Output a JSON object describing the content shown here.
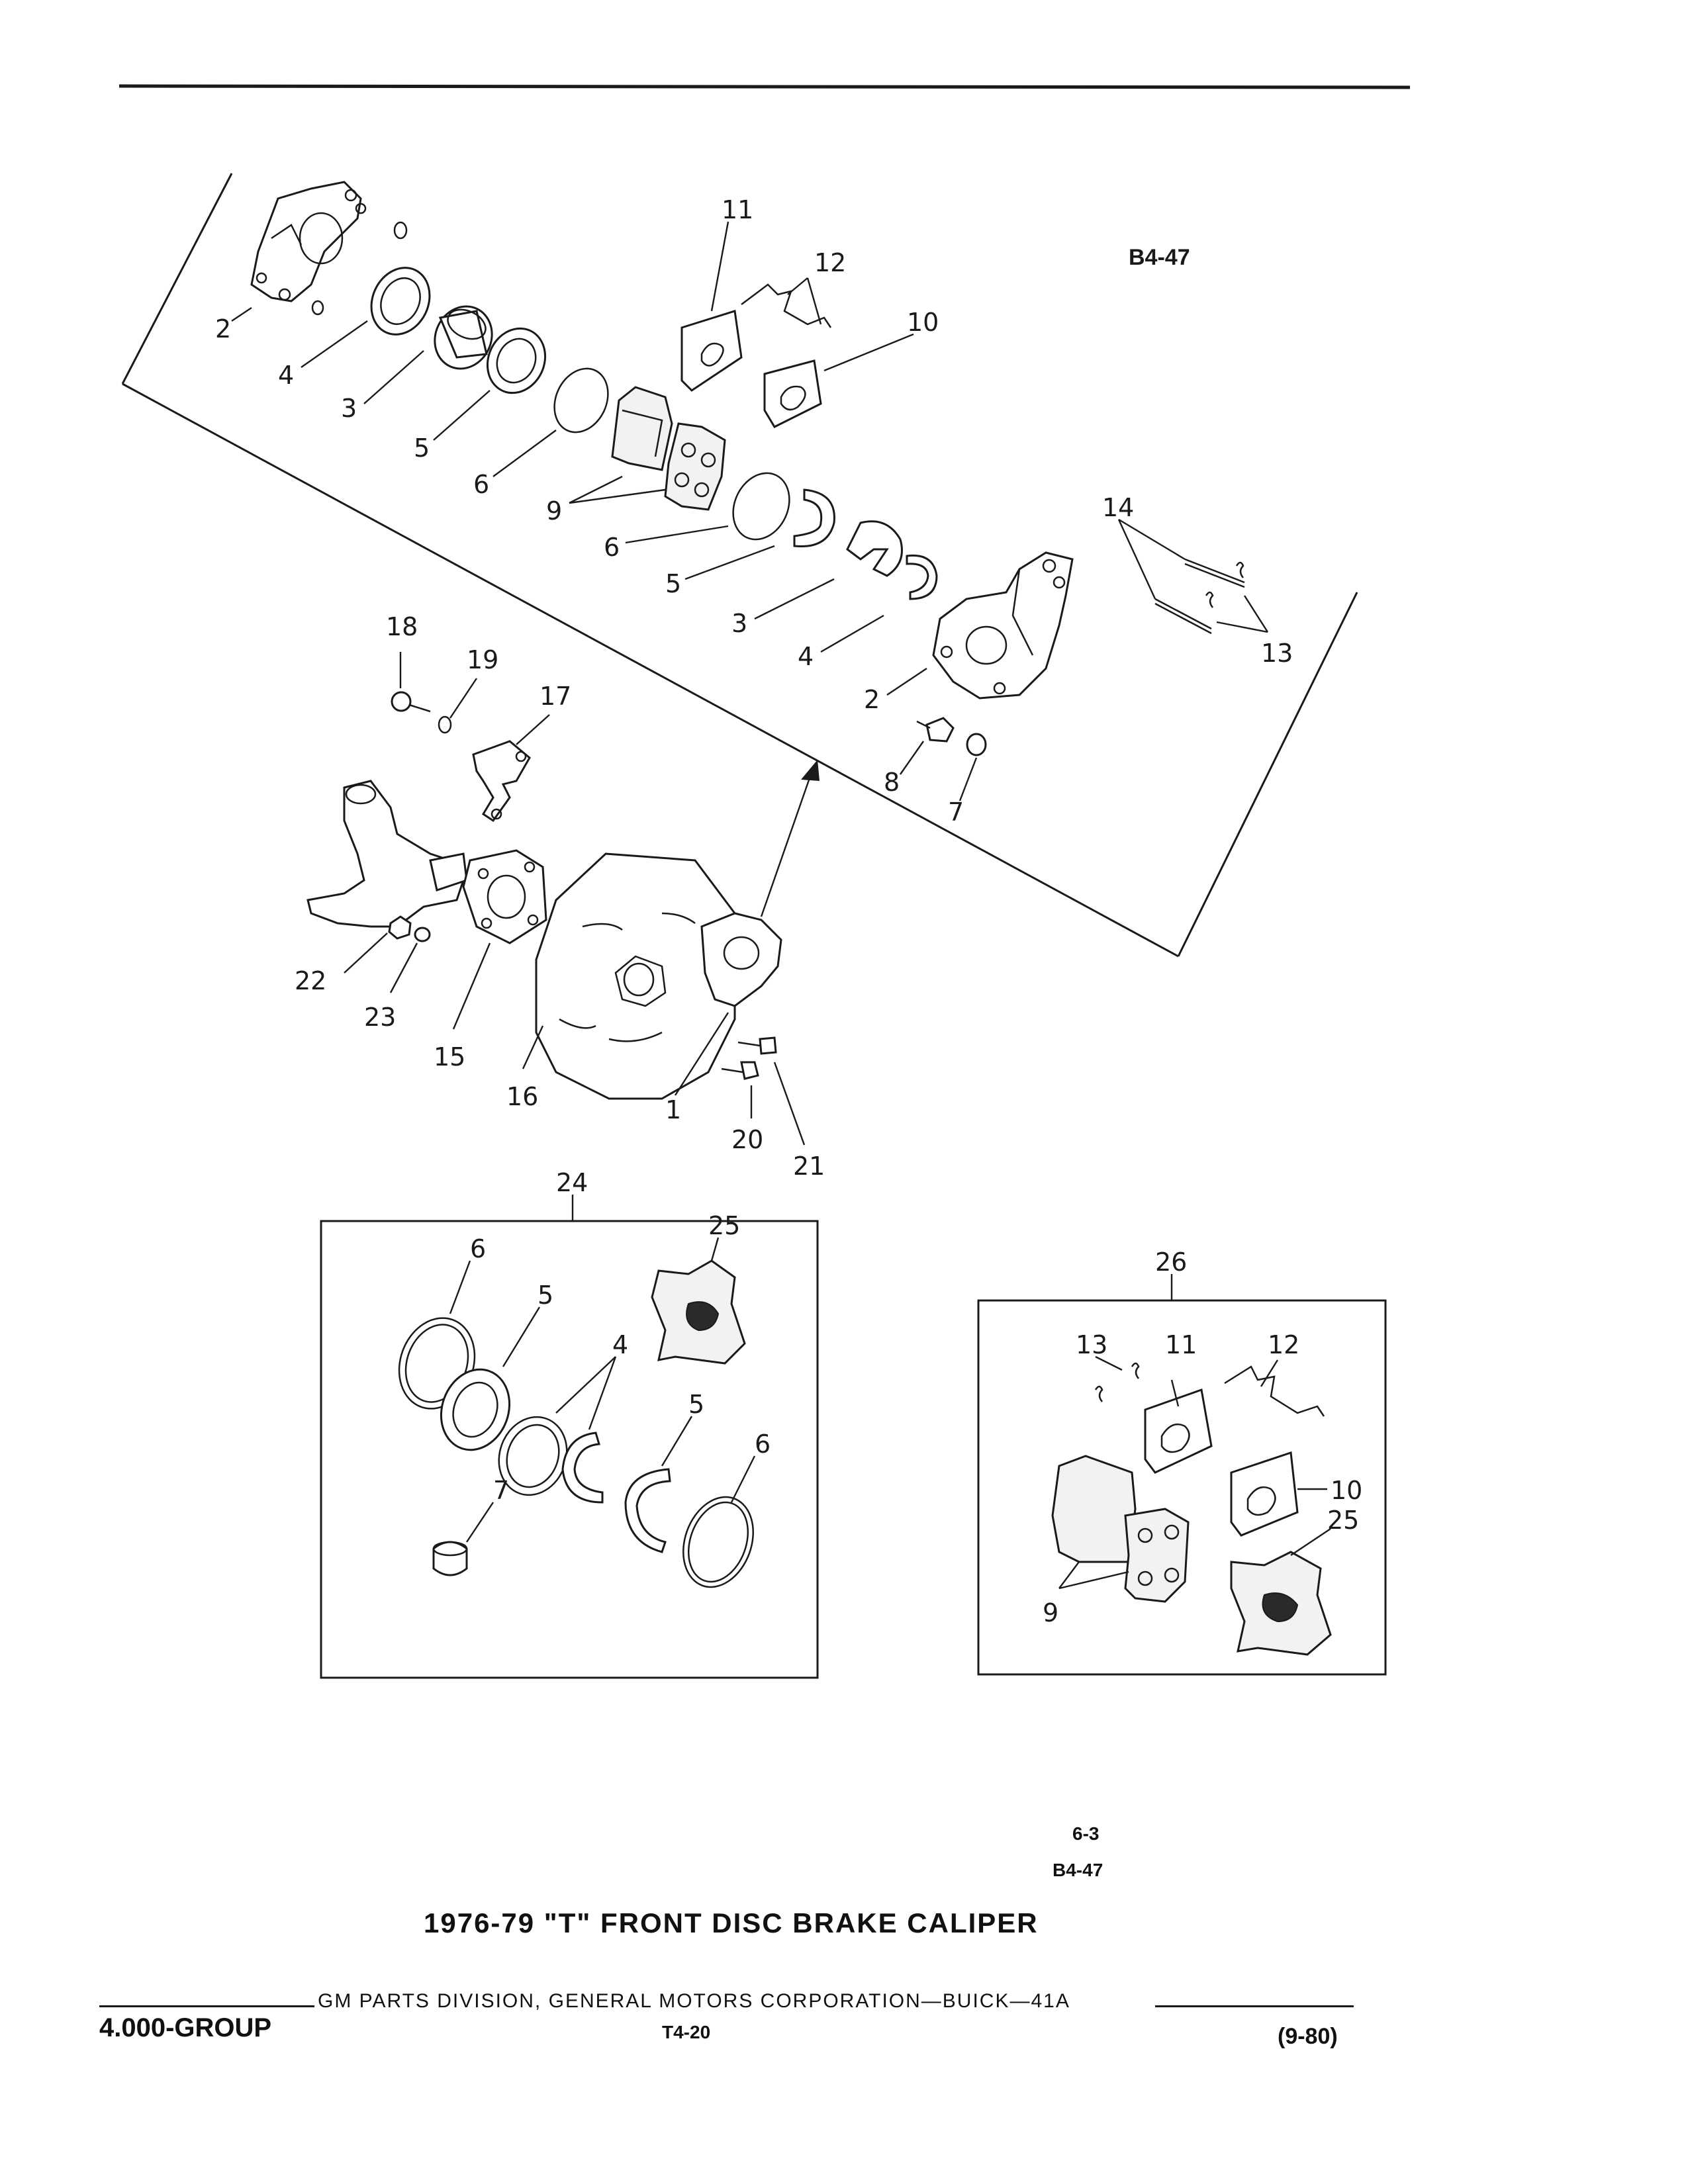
{
  "diagram": {
    "ref_code": "B4-47",
    "callouts": {
      "c2a": "2",
      "c4a": "4",
      "c3a": "3",
      "c5a": "5",
      "c6a": "6",
      "c11a": "11",
      "c12a": "12",
      "c10a": "10",
      "c9a": "9",
      "c6b": "6",
      "c5b": "5",
      "c3b": "3",
      "c4b": "4",
      "c2b": "2",
      "c14": "14",
      "c13a": "13",
      "c8": "8",
      "c7a": "7",
      "c18": "18",
      "c19": "19",
      "c17": "17",
      "c22": "22",
      "c23": "23",
      "c15": "15",
      "c16": "16",
      "c1": "1",
      "c20": "20",
      "c21": "21",
      "c24": "24",
      "c25a": "25",
      "c6c": "6",
      "c5c": "5",
      "c4c": "4",
      "c5d": "5",
      "c6d": "6",
      "c7b": "7",
      "c26": "26",
      "c13b": "13",
      "c11b": "11",
      "c12b": "12",
      "c10b": "10",
      "c25b": "25",
      "c9b": "9"
    }
  },
  "page": {
    "page_num": "6-3",
    "ref_code": "B4-47",
    "caption": "1976-79 \"T\" FRONT DISC BRAKE CALIPER"
  },
  "footer": {
    "company": "GM PARTS DIVISION, GENERAL MOTORS CORPORATION—BUICK—41A",
    "group": "4.000-GROUP",
    "page_code": "T4-20",
    "date": "(9-80)"
  }
}
